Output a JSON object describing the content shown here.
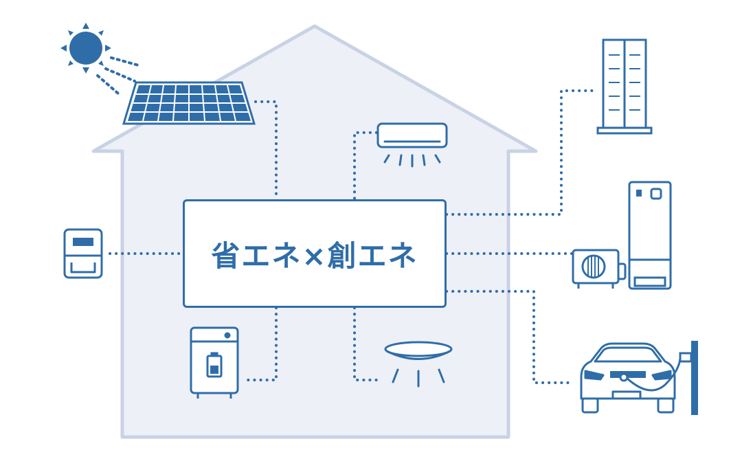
{
  "center": {
    "label": "省エネ×創エネ"
  },
  "colors": {
    "primary": "#2f6da8",
    "house_fill": "#edf0f6",
    "house_outline": "#c9d2e5",
    "background": "#ffffff"
  },
  "devices": [
    {
      "id": "solar-panel",
      "icon": "solar-panel-icon"
    },
    {
      "id": "air-conditioner",
      "icon": "air-conditioner-icon"
    },
    {
      "id": "power-meter",
      "icon": "power-meter-icon"
    },
    {
      "id": "home-battery",
      "icon": "battery-icon"
    },
    {
      "id": "ceiling-light",
      "icon": "ceiling-light-icon"
    },
    {
      "id": "storage-cabinet",
      "icon": "storage-cabinet-icon"
    },
    {
      "id": "heat-pump-water-heater",
      "icon": "heat-pump-icon"
    },
    {
      "id": "electric-vehicle",
      "icon": "electric-car-icon"
    },
    {
      "id": "ev-charger",
      "icon": "ev-charger-icon"
    },
    {
      "id": "sun",
      "icon": "sun-icon"
    }
  ]
}
